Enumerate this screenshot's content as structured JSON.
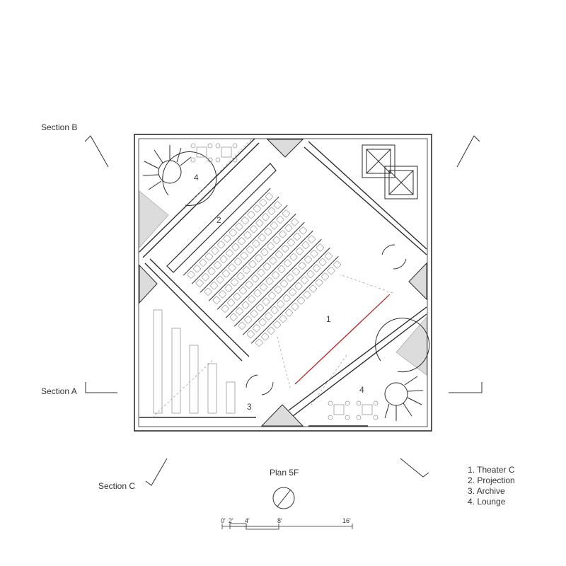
{
  "sections": {
    "a": "Section A",
    "b": "Section B",
    "c": "Section C"
  },
  "plan_title": "Plan 5F",
  "room_numbers": {
    "theater": "1",
    "projection": "2",
    "archive": "3",
    "lounge_top": "4",
    "lounge_bottom": "4"
  },
  "legend": [
    "1. Theater C",
    "2. Projection",
    "3. Archive",
    "4. Lounge"
  ],
  "scale_bar": {
    "labels": [
      "0'",
      "2'",
      "4'",
      "8'",
      "16'"
    ]
  },
  "colors": {
    "line": "#2b2b2b",
    "light": "#9a9a9a",
    "fill": "#dcdcdc",
    "screen": "#d42a2a"
  }
}
